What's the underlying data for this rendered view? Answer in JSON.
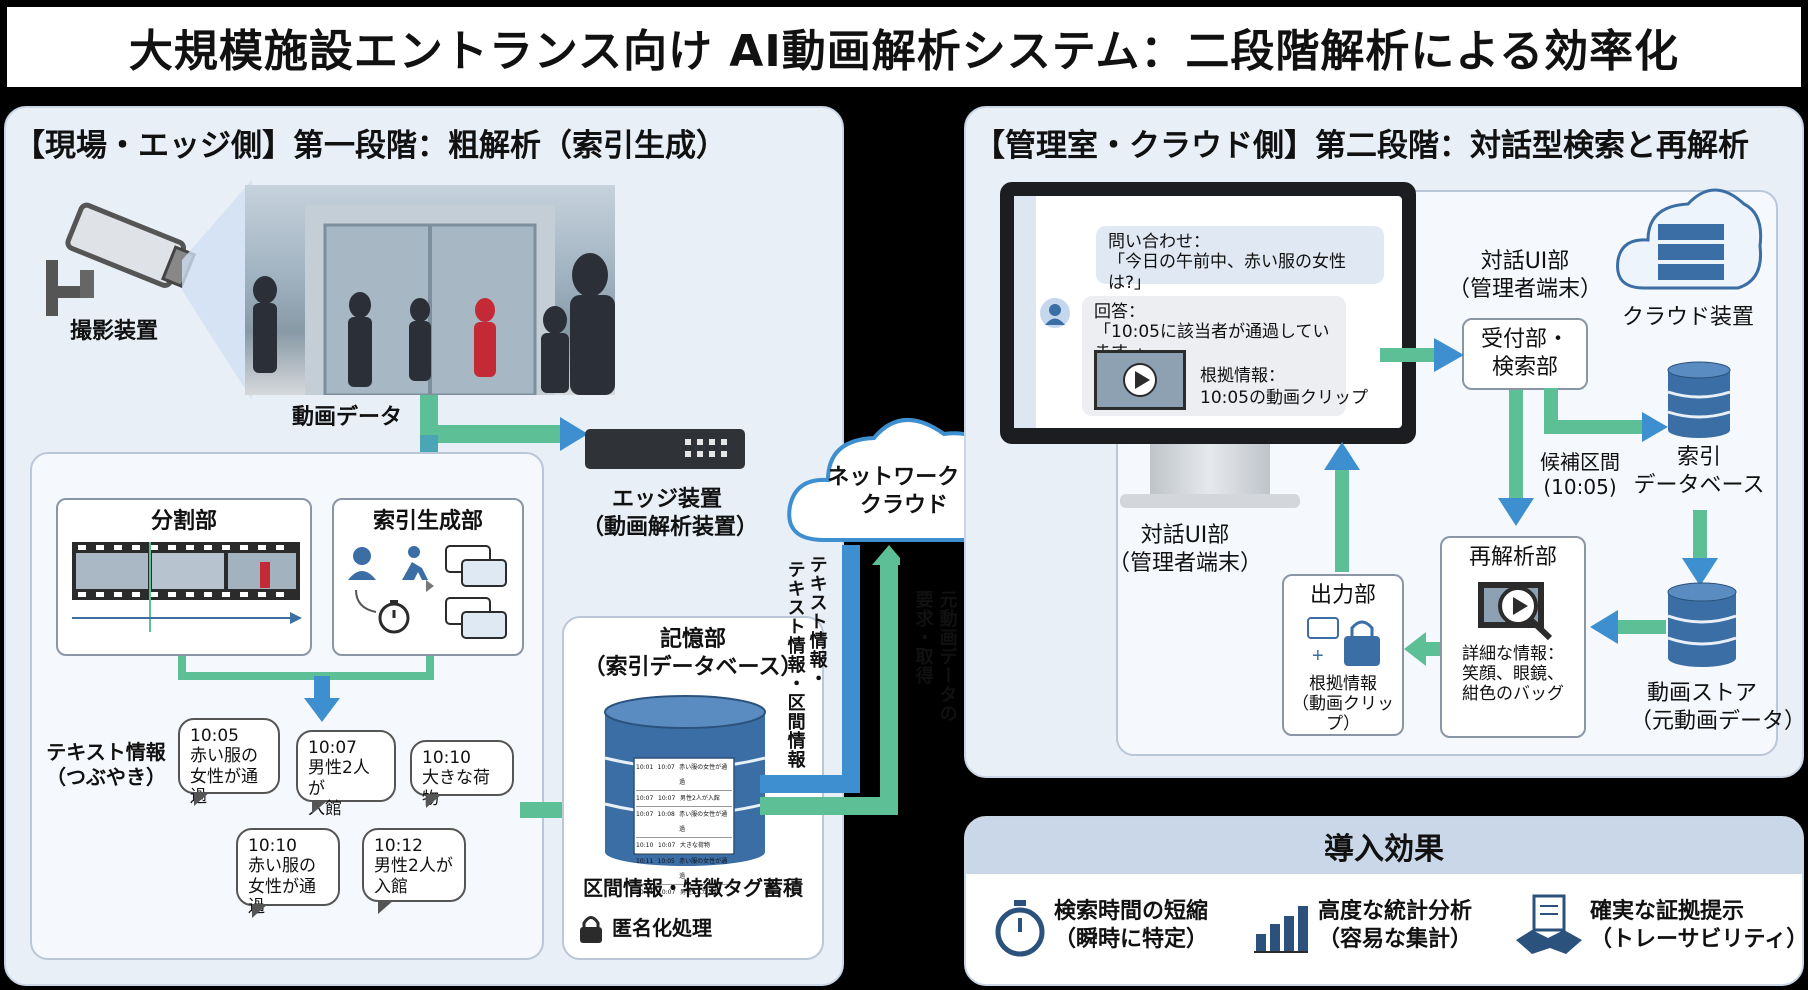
{
  "title": "大規模施設エントランス向け AI動画解析システム：二段階解析による効率化",
  "left": {
    "heading": "【現場・エッジ側】第一段階：粗解析（索引生成）",
    "camera_label": "撮影装置",
    "video_data_label": "動画データ",
    "edge_device": {
      "line1": "エッジ装置",
      "line2": "（動画解析装置）"
    },
    "splitter_label": "分割部",
    "indexer_label": "索引生成部",
    "text_info": {
      "line1": "テキスト情報",
      "line2": "（つぶやき）"
    },
    "bubbles": [
      {
        "time": "10:05",
        "l1": "赤い服の",
        "l2": "女性が通過"
      },
      {
        "time": "10:07",
        "l1": "男性2人が",
        "l2": "入館"
      },
      {
        "time": "10:10",
        "l1": "大きな荷物",
        "l2": ""
      },
      {
        "time": "10:10",
        "l1": "赤い服の",
        "l2": "女性が通過"
      },
      {
        "time": "10:12",
        "l1": "男性2人が",
        "l2": "入館"
      }
    ],
    "storage": {
      "line1": "記憶部",
      "line2": "（索引データベース）"
    },
    "storage_caption": "区間情報・特徴タグ蓄積",
    "anon_label": "匿名化処理",
    "db_rows": [
      [
        "10:01",
        "10:07",
        "赤い服の女性が通過"
      ],
      [
        "10:07",
        "10:07",
        "男性2人が入館"
      ],
      [
        "10:07",
        "10:08",
        "赤い服の女性が通過"
      ],
      [
        "10:10",
        "10:07",
        "大きな荷物"
      ],
      [
        "10:11",
        "10:05",
        "赤い服の女性が通過"
      ],
      [
        "10:11",
        "10:07",
        "男性2人が入館"
      ]
    ]
  },
  "center": {
    "network_label": {
      "line1": "ネットワーク・",
      "line2": "クラウド"
    },
    "send_text_1": "テキスト情報・",
    "send_text_2": "テキスト情報・区間情報",
    "request_text_1": "元動画データの",
    "request_text_2": "要求・取得"
  },
  "right": {
    "heading": "【管理室・クラウド側】第二段階：対話型検索と再解析",
    "query_label": "問い合わせ：",
    "query_text": "「今日の午前中、赤い服の女性は?」",
    "answer_label": "回答：",
    "answer_text": "「10:05に該当者が通過しています。」",
    "evidence_label": "根拠情報：",
    "evidence_text": "10:05の動画クリップ",
    "dialog_ui_top": {
      "line1": "対話UI部",
      "line2": "（管理者端末）"
    },
    "dialog_ui_bottom": {
      "line1": "対話UI部",
      "line2": "（管理者端末）"
    },
    "cloud_device": "クラウド装置",
    "reception": {
      "line1": "受付部・",
      "line2": "検索部"
    },
    "candidate": {
      "line1": "候補区間",
      "line2": "(10:05)"
    },
    "index_db": {
      "line1": "索引",
      "line2": "データベース"
    },
    "reanalysis": {
      "title": "再解析部",
      "line1": "詳細な情報：",
      "line2": "笑顔、眼鏡、",
      "line3": "紺色のバッグ"
    },
    "output": {
      "title": "出力部",
      "line1": "根拠情報",
      "line2": "（動画クリップ）"
    },
    "video_store": {
      "line1": "動画ストア",
      "line2": "（元動画データ）"
    }
  },
  "effects": {
    "heading": "導入効果",
    "items": [
      {
        "line1": "検索時間の短縮",
        "line2": "（瞬時に特定）"
      },
      {
        "line1": "高度な統計分析",
        "line2": "（容易な集計）"
      },
      {
        "line1": "確実な証拠提示",
        "line2": "（トレーサビリティ）"
      }
    ]
  },
  "colors": {
    "panel_bg": "#e8eff7",
    "arrow_green": "#5cbf95",
    "arrow_blue": "#3d8fcf",
    "db_blue": "#3a6ea5"
  }
}
